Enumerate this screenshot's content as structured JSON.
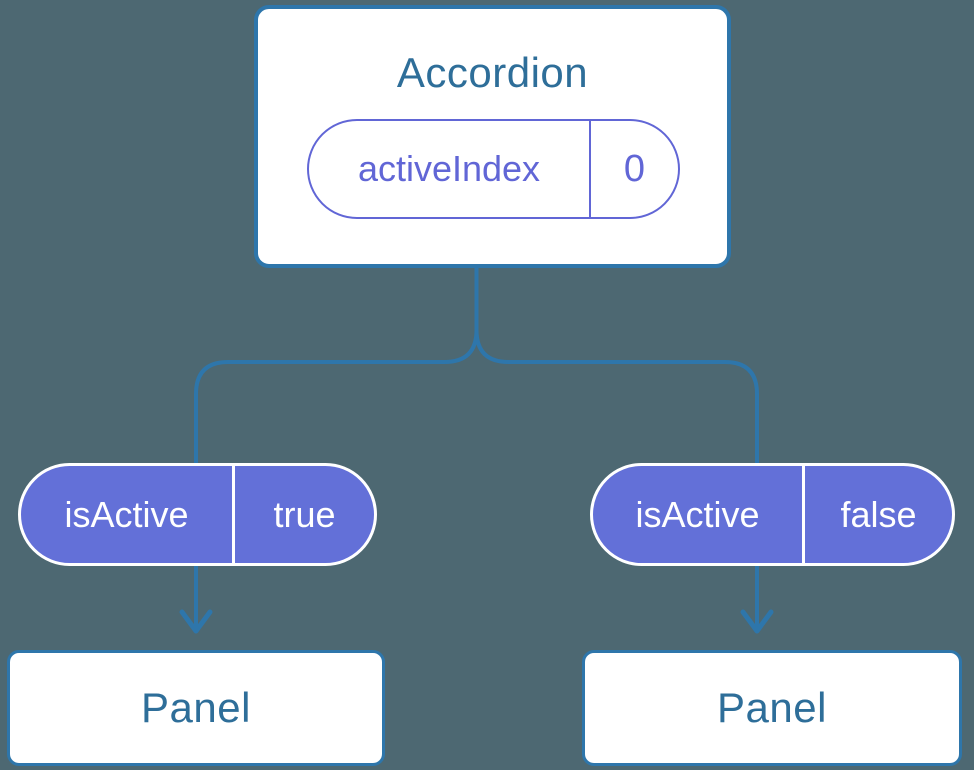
{
  "colors": {
    "background": "#4d6872",
    "connector": "#2e76ab",
    "node_bg": "#ffffff",
    "node_text": "#2e6e99",
    "purple_fill": "#6370d8",
    "purple_outline": "#6166d6",
    "pill_text_light": "#ffffff"
  },
  "tree": {
    "root": {
      "title": "Accordion",
      "state": {
        "name": "activeIndex",
        "value": "0"
      }
    },
    "children": [
      {
        "prop": {
          "name": "isActive",
          "value": "true"
        },
        "node": {
          "title": "Panel"
        }
      },
      {
        "prop": {
          "name": "isActive",
          "value": "false"
        },
        "node": {
          "title": "Panel"
        }
      }
    ]
  }
}
